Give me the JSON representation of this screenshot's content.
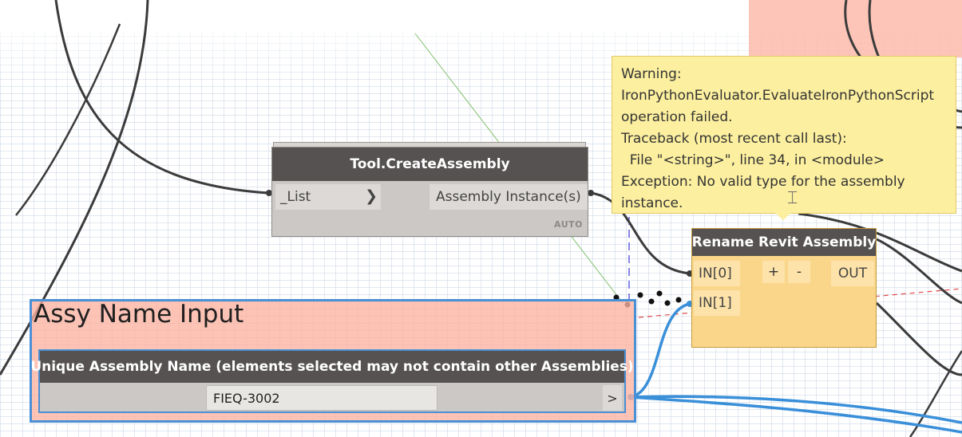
{
  "canvas": {
    "grid_color": "#c7d4e3",
    "wire_color": "#3b3b3b",
    "wire_selected_color": "#3a8fd9",
    "accent_pink": "#fcb2a0"
  },
  "group": {
    "title": "Assy Name Input",
    "color": "#fcb2a0",
    "border_color": "#4a90d6"
  },
  "create_node": {
    "title": "Tool.CreateAssembly",
    "input_port": "_List",
    "input_arrow": "❯",
    "output_port": "Assembly Instance(s)",
    "lacing": "AUTO"
  },
  "warning": {
    "lines": [
      "Warning:",
      "IronPythonEvaluator.EvaluateIronPythonScript",
      "operation failed.",
      "Traceback (most recent call last):",
      "  File \"<string>\", line 34, in <module>",
      "Exception: No valid type for the assembly",
      "instance."
    ],
    "background": "#fcef9f"
  },
  "rename_node": {
    "title": "Rename Revit Assembly",
    "input0": "IN[0]",
    "input1": "IN[1]",
    "add_label": "+",
    "remove_label": "-",
    "output": "OUT",
    "color": "#fad68b"
  },
  "string_node": {
    "title": "Unique Assembly Name (elements selected may not contain other Assemblies)",
    "value": "FIEQ-3002",
    "output_arrow": ">"
  }
}
